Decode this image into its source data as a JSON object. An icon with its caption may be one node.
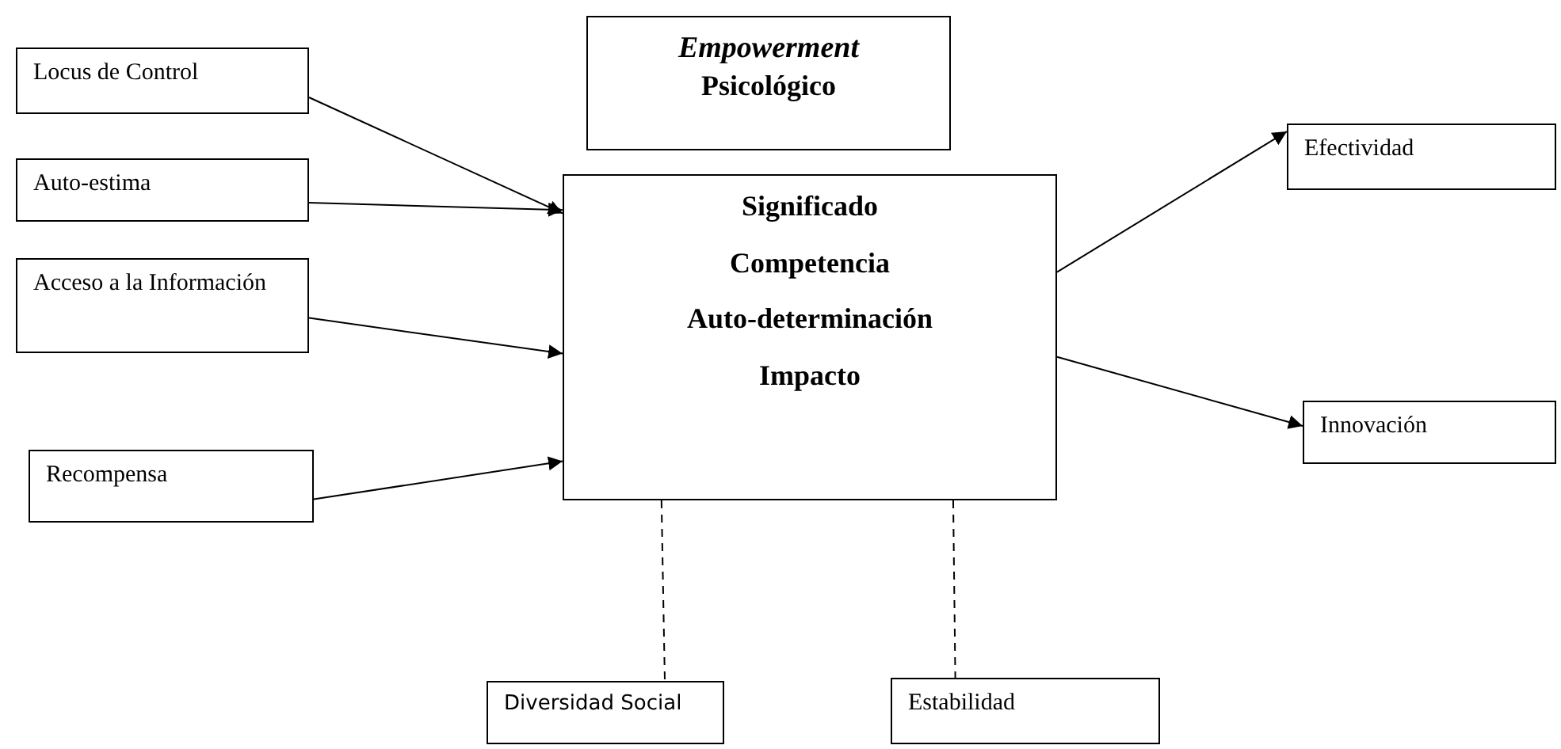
{
  "diagram": {
    "nodes": [
      {
        "text": [
          "Locus de Control"
        ]
      },
      {
        "text": [
          "Auto-estima"
        ]
      },
      {
        "text": [
          "Acceso a la Información"
        ]
      },
      {
        "text": [
          "Recompensa"
        ]
      },
      {
        "text": [
          "Empowerment",
          "Psicológico"
        ]
      },
      {
        "text": [
          "Significado",
          "Competencia",
          "Auto-determinación",
          "Impacto"
        ]
      },
      {
        "text": [
          "Efectividad"
        ]
      },
      {
        "text": [
          "Innovación"
        ]
      },
      {
        "text": [
          "Diversidad Social"
        ]
      },
      {
        "text": [
          "Estabilidad"
        ]
      }
    ],
    "edges": [
      {
        "from": 0,
        "to": 5,
        "arrow": "to"
      },
      {
        "from": 1,
        "to": 5,
        "arrow": "to"
      },
      {
        "from": 2,
        "to": 5,
        "arrow": "to"
      },
      {
        "from": 3,
        "to": 5,
        "arrow": "to"
      },
      {
        "from": 5,
        "to": 6,
        "arrow": "to"
      },
      {
        "from": 5,
        "to": 7,
        "arrow": "to"
      },
      {
        "from": 5,
        "to": 8,
        "arrow": "none",
        "style": "dashed"
      },
      {
        "from": 5,
        "to": 9,
        "arrow": "none",
        "style": "dashed"
      }
    ]
  }
}
